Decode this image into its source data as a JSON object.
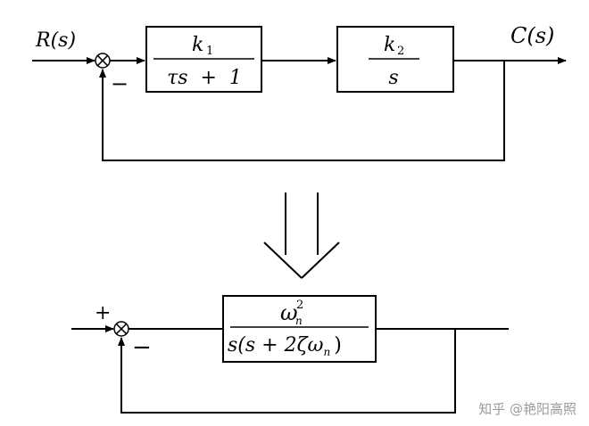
{
  "top": {
    "input_label": "R(s)",
    "output_label": "C(s)",
    "feedback_sign": "−",
    "block1": {
      "numerator_var": "k",
      "numerator_sub": "1",
      "denominator": "τs  +  1"
    },
    "block2": {
      "numerator_var": "k",
      "numerator_sub": "2",
      "denominator": "s"
    }
  },
  "arrow_icon": "double-down-arrow-icon",
  "bottom": {
    "plus_sign": "+",
    "minus_sign": "−",
    "block": {
      "numerator_var": "ω",
      "numerator_sub": "n",
      "numerator_sup": "2",
      "denominator_pre": "s(s + 2ζω",
      "denominator_sub": "n",
      "denominator_post": ")"
    }
  },
  "watermark": "知乎 @艳阳高照"
}
